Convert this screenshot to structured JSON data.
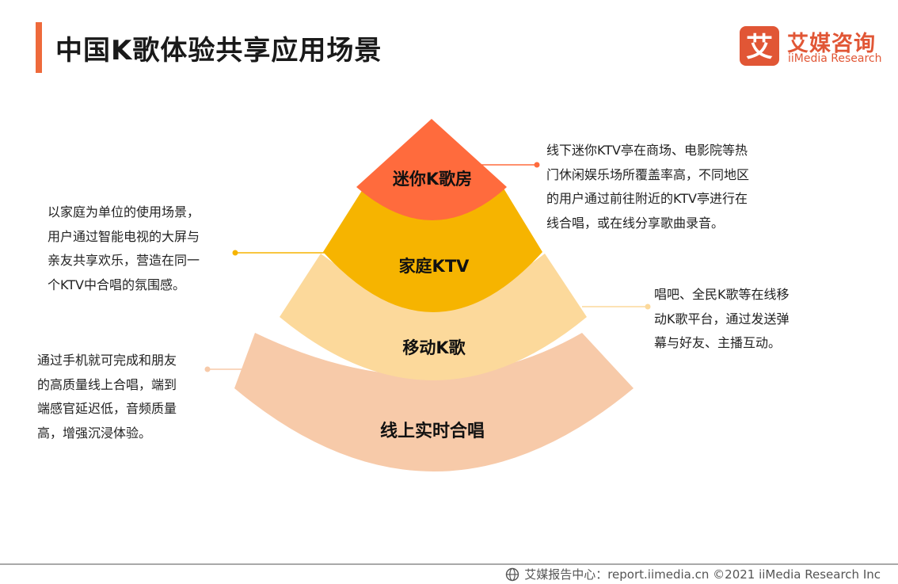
{
  "header": {
    "title": "中国K歌体验共享应用场景"
  },
  "logo": {
    "mark_char": "艾",
    "name_cn": "艾媒咨询",
    "name_en": "iiMedia Research"
  },
  "pyramid": {
    "levels": [
      {
        "label": "迷你K歌房",
        "color": "#ff6b3d"
      },
      {
        "label": "家庭KTV",
        "color": "#f6b400"
      },
      {
        "label": "移动K歌",
        "color": "#fcd99b"
      },
      {
        "label": "线上实时合唱",
        "color": "#f7caa9"
      }
    ]
  },
  "descriptions": {
    "mini_ktv": "线下迷你KTV亭在商场、电影院等热\n门休闲娱乐场所覆盖率高，不同地区\n的用户通过前往附近的KTV亭进行在\n线合唱，或在线分享歌曲录音。",
    "home_ktv": "以家庭为单位的使用场景，\n用户通过智能电视的大屏与\n亲友共享欢乐，营造在同一\n个KTV中合唱的氛围感。",
    "mobile_k": "唱吧、全民K歌等在线移\n动K歌平台，通过发送弹\n幕与好友、主播互动。",
    "online_chorus": "通过手机就可完成和朋友\n的高质量线上合唱，端到\n端感官延迟低，音频质量\n高，增强沉浸体验。"
  },
  "footer": {
    "text": "艾媒报告中心：report.iimedia.cn ©2021  iiMedia Research  Inc"
  }
}
